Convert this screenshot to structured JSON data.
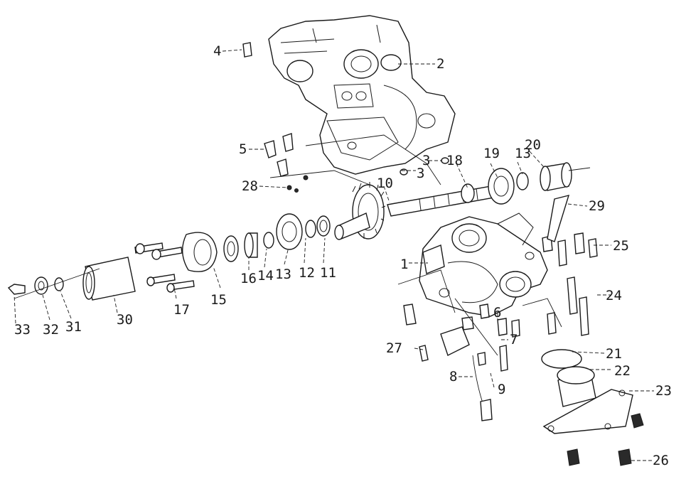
{
  "callouts": [
    {
      "id": "1",
      "text": "1"
    },
    {
      "id": "2",
      "text": "2"
    },
    {
      "id": "3a",
      "text": "3"
    },
    {
      "id": "3b",
      "text": "3"
    },
    {
      "id": "4",
      "text": "4"
    },
    {
      "id": "5",
      "text": "5"
    },
    {
      "id": "6",
      "text": "6"
    },
    {
      "id": "7",
      "text": "7"
    },
    {
      "id": "8",
      "text": "8"
    },
    {
      "id": "9",
      "text": "9"
    },
    {
      "id": "10",
      "text": "10"
    },
    {
      "id": "11",
      "text": "11"
    },
    {
      "id": "12",
      "text": "12"
    },
    {
      "id": "13a",
      "text": "13"
    },
    {
      "id": "13b",
      "text": "13"
    },
    {
      "id": "14",
      "text": "14"
    },
    {
      "id": "15",
      "text": "15"
    },
    {
      "id": "16",
      "text": "16"
    },
    {
      "id": "17",
      "text": "17"
    },
    {
      "id": "18",
      "text": "18"
    },
    {
      "id": "19",
      "text": "19"
    },
    {
      "id": "20",
      "text": "20"
    },
    {
      "id": "21",
      "text": "21"
    },
    {
      "id": "22",
      "text": "22"
    },
    {
      "id": "23",
      "text": "23"
    },
    {
      "id": "24",
      "text": "24"
    },
    {
      "id": "25",
      "text": "25"
    },
    {
      "id": "26",
      "text": "26"
    },
    {
      "id": "27",
      "text": "27"
    },
    {
      "id": "28",
      "text": "28"
    },
    {
      "id": "29",
      "text": "29"
    },
    {
      "id": "30",
      "text": "30"
    },
    {
      "id": "31",
      "text": "31"
    },
    {
      "id": "32",
      "text": "32"
    },
    {
      "id": "33",
      "text": "33"
    }
  ]
}
